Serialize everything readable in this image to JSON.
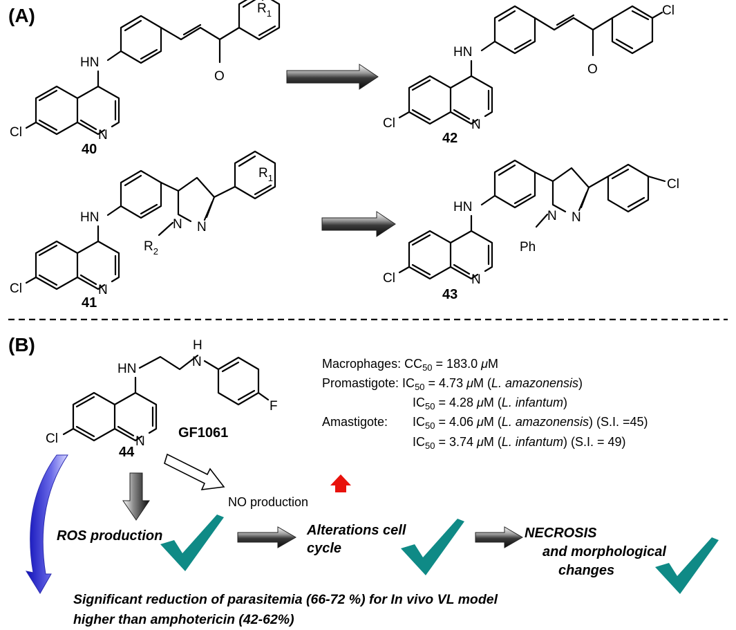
{
  "panels": {
    "a": "(A)",
    "b": "(B)"
  },
  "atoms": {
    "hn": "HN",
    "h": "H",
    "n": "N",
    "cl": "Cl",
    "o": "O",
    "f": "F",
    "r": "R",
    "ph": "Ph",
    "sub1": "1",
    "sub2": "2"
  },
  "compounds": {
    "c40": "40",
    "c41": "41",
    "c42": "42",
    "c43": "43",
    "c44": "44",
    "gf": "GF1061"
  },
  "activity": {
    "macro": {
      "a": "Macrophages: CC",
      "sub": "50",
      "b": " = 183.0 ",
      "mu": "μ",
      "c": "M"
    },
    "promo1": {
      "a": "Promastigote: IC",
      "sub": "50",
      "b": " = 4.73 ",
      "mu": "μ",
      "c": "M (",
      "sp": "L. amazonensis",
      "d": ")"
    },
    "promo2": {
      "a": "IC",
      "sub": "50",
      "b": " = 4.28 ",
      "mu": "μ",
      "c": "M (",
      "sp": "L. infantum",
      "d": ")"
    },
    "ama1": {
      "a": "Amastigote:",
      "b": "IC",
      "sub": "50",
      "c": " = 4.06 ",
      "mu": "μ",
      "d": "M (",
      "sp": "L. amazonensis",
      "e": ") (S.I. =45)"
    },
    "ama2": {
      "a": "IC",
      "sub": "50",
      "b": " = 3.74 ",
      "mu": "μ",
      "c": "M (",
      "sp": "L. infantum",
      "d": ") (S.I. = 49)"
    }
  },
  "mechanism": {
    "no": "NO production",
    "ros": "ROS production",
    "alt1": "Alterations cell",
    "alt2": "cycle",
    "nec1": "NECROSIS",
    "nec2": "and morphological",
    "nec3": "changes"
  },
  "bottom": {
    "line1": "Significant reduction of parasitemia (66-72 %) for In vivo VL model",
    "line2": "higher than amphotericin (42-62%)"
  },
  "colors": {
    "check": "#0f8a86",
    "red_arrow": "#e8120c",
    "blue_arrow": "#3a3ad8",
    "divider": "#000000"
  }
}
